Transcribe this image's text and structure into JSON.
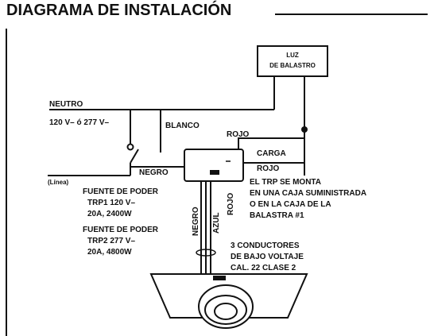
{
  "header": {
    "title": "DIAGRAMA DE INSTALACIÓN"
  },
  "lamp_box": {
    "line1": "LUZ",
    "line2": "DE BALASTRO"
  },
  "labels": {
    "neutro": "NEUTRO",
    "voltage": "120 V– ó 277 V–",
    "blanco": "BLANCO",
    "rojo_top": "ROJO",
    "negro_horizontal": "NEGRO",
    "carga_line1": "CARGA",
    "carga_line2": "ROJO",
    "linea": "(Línea)"
  },
  "trp_note": {
    "line1": "EL TRP SE MONTA",
    "line2": "EN UNA CAJA SUMINISTRADA",
    "line3": "O EN LA CAJA DE LA",
    "line4": "BALASTRA #1"
  },
  "power_supply_1": {
    "line1": "FUENTE DE PODER",
    "line2": "TRP1 120 V–",
    "line3": "20A, 2400W"
  },
  "power_supply_2": {
    "line1": "FUENTE DE PODER",
    "line2": "TRP2  277 V–",
    "line3": "20A, 4800W"
  },
  "vertical_wires": {
    "negro": "NEGRO",
    "azul": "AZUL",
    "rojo": "ROJO"
  },
  "conductors_note": {
    "line1": "3 CONDUCTORES",
    "line2": "DE BAJO VOLTAJE",
    "line3": "CAL. 22 CLASE 2"
  }
}
